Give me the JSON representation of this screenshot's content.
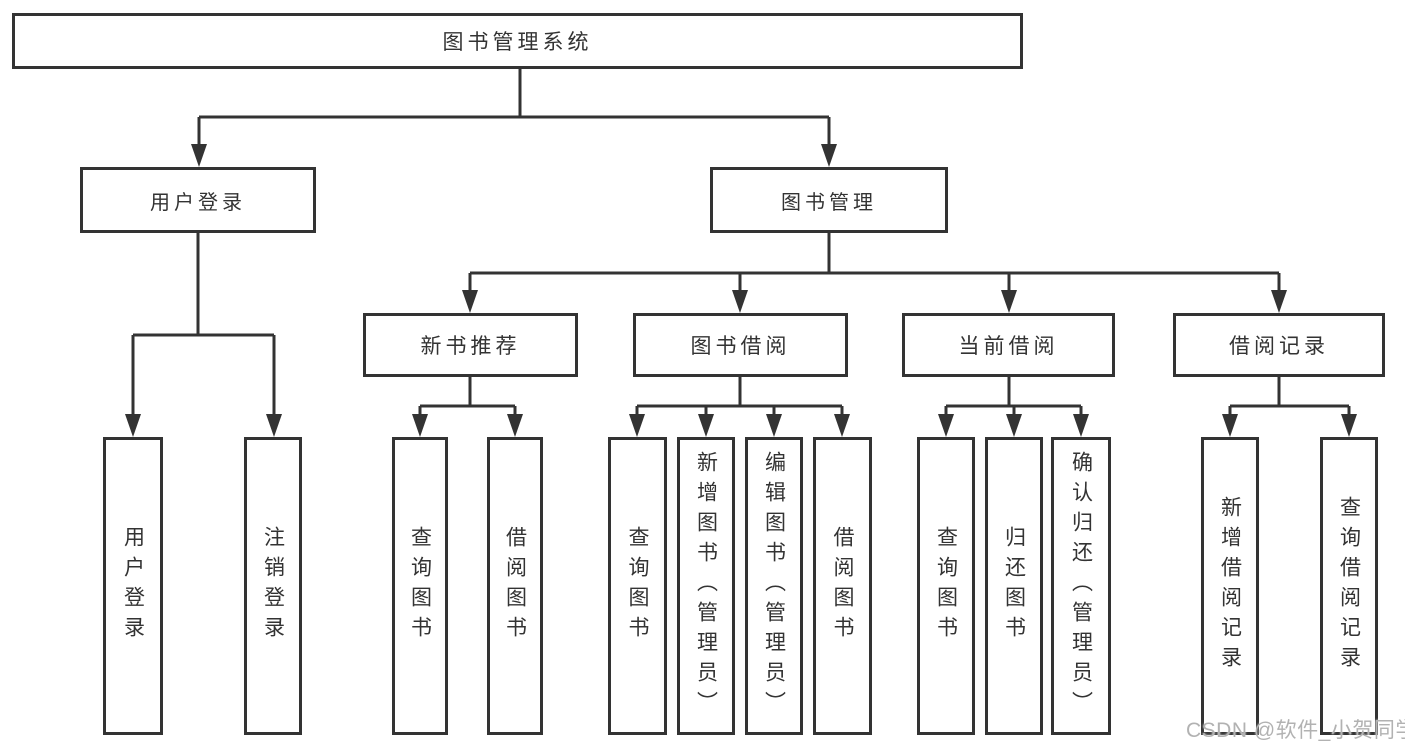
{
  "tree": {
    "label": "图书管理系统",
    "children": [
      {
        "label": "用户登录",
        "children": [
          {
            "label": "用户登录"
          },
          {
            "label": "注销登录"
          }
        ]
      },
      {
        "label": "图书管理",
        "children": [
          {
            "label": "新书推荐",
            "children": [
              {
                "label": "查询图书"
              },
              {
                "label": "借阅图书"
              }
            ]
          },
          {
            "label": "图书借阅",
            "children": [
              {
                "label": "查询图书"
              },
              {
                "label": "新增图书（管理员）"
              },
              {
                "label": "编辑图书（管理员）"
              },
              {
                "label": "借阅图书"
              }
            ]
          },
          {
            "label": "当前借阅",
            "children": [
              {
                "label": "查询图书"
              },
              {
                "label": "归还图书"
              },
              {
                "label": "确认归还（管理员）"
              }
            ]
          },
          {
            "label": "借阅记录",
            "children": [
              {
                "label": "新增借阅记录"
              },
              {
                "label": "查询借阅记录"
              }
            ]
          }
        ]
      }
    ]
  },
  "watermark": {
    "text": "CSDN @软件_小贺同学"
  },
  "colors": {
    "line": "#333333",
    "text": "#333333",
    "background": "#ffffff",
    "watermark": "#b2b2b2"
  }
}
